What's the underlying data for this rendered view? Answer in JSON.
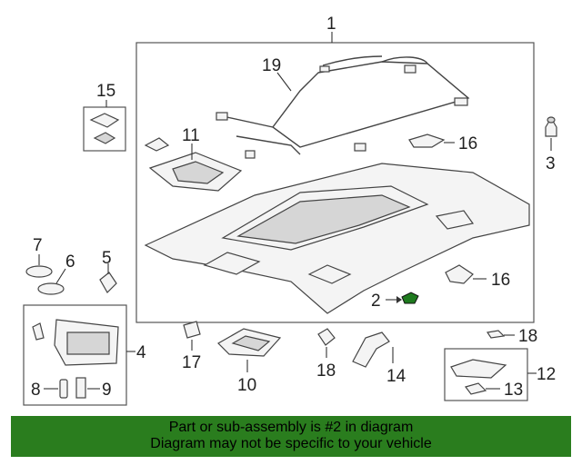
{
  "callouts": {
    "c1": "1",
    "c2": "2",
    "c3": "3",
    "c4": "4",
    "c5": "5",
    "c6": "6",
    "c7": "7",
    "c8": "8",
    "c9": "9",
    "c10": "10",
    "c11": "11",
    "c12": "12",
    "c13": "13",
    "c14": "14",
    "c15": "15",
    "c16a": "16",
    "c16b": "16",
    "c17": "17",
    "c18": "18",
    "c19": "19"
  },
  "banner": {
    "line1": "Part or sub-assembly is #2 in diagram",
    "line2": "Diagram may not be specific to your vehicle"
  },
  "colors": {
    "banner_bg": "#2a7d1e",
    "highlight_part": "#1e7a1e"
  }
}
